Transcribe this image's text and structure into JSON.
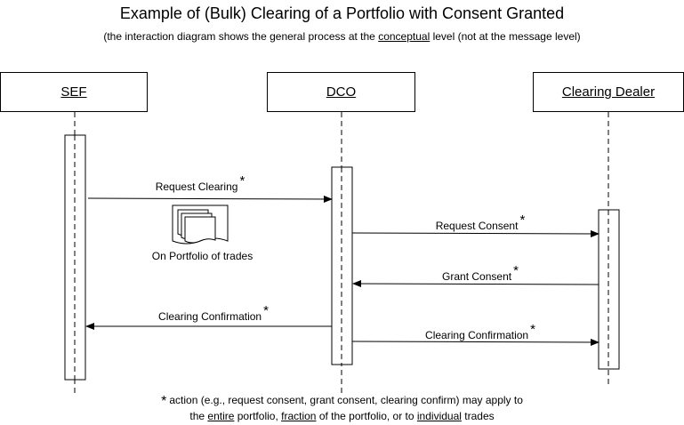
{
  "title": "Example of (Bulk) Clearing of a Portfolio with Consent Granted",
  "subtitle": {
    "before": "(the interaction diagram shows the general process at the ",
    "underlined": "conceptual",
    "after": " level (not at the message level)"
  },
  "actors": [
    {
      "id": "sef",
      "label": "SEF"
    },
    {
      "id": "dco",
      "label": "DCO"
    },
    {
      "id": "dealer",
      "label": "Clearing Dealer"
    }
  ],
  "messages": [
    {
      "id": "request-clearing",
      "label": "Request Clearing",
      "star": "*",
      "from": "SEF",
      "to": "DCO"
    },
    {
      "id": "request-consent",
      "label": "Request Consent",
      "star": "*",
      "from": "DCO",
      "to": "Clearing Dealer"
    },
    {
      "id": "grant-consent",
      "label": "Grant Consent",
      "star": "*",
      "from": "Clearing Dealer",
      "to": "DCO"
    },
    {
      "id": "clearing-confirmation-sef",
      "label": "Clearing Confirmation",
      "star": "*",
      "from": "DCO",
      "to": "SEF"
    },
    {
      "id": "clearing-confirmation-dealer",
      "label": "Clearing Confirmation",
      "star": "*",
      "from": "DCO",
      "to": "Clearing Dealer"
    }
  ],
  "document_label": "On Portfolio of trades",
  "footnote": {
    "star": "*",
    "line1": "action (e.g., request consent, grant consent, clearing confirm) may apply to",
    "line2_parts": [
      "the ",
      "entire",
      " portfolio, ",
      "fraction",
      " of the portfolio, or to ",
      "individual",
      " trades"
    ]
  },
  "colors": {
    "stroke": "#000000",
    "background": "#ffffff"
  }
}
